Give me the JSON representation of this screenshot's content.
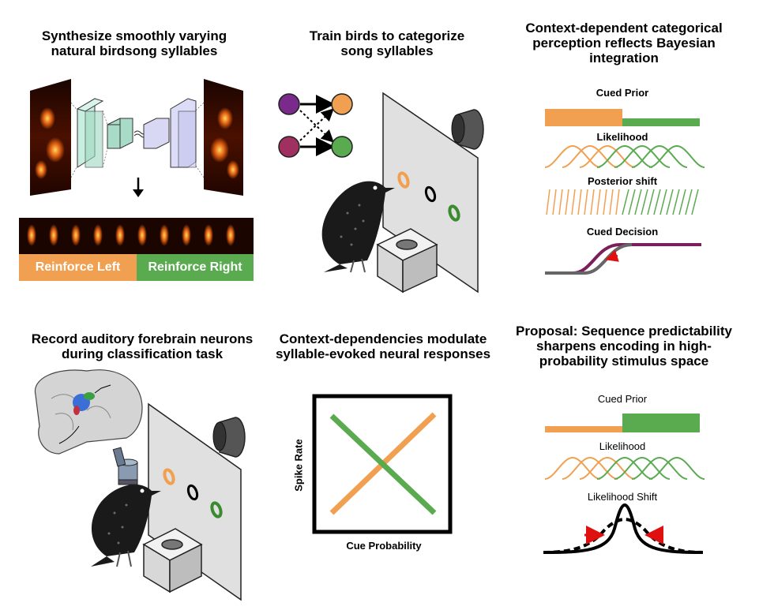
{
  "panels": {
    "synth": {
      "title_l1": "Synthesize smoothly varying",
      "title_l2": "natural birdsong syllables",
      "reinforce_left": "Reinforce Left",
      "reinforce_right": "Reinforce Right"
    },
    "train": {
      "title_l1": "Train birds to categorize",
      "title_l2": "song syllables"
    },
    "bayes": {
      "title_l1": "Context-dependent categorical",
      "title_l2": "perception reflects Bayesian",
      "title_l3": "integration",
      "cued_prior": "Cued Prior",
      "likelihood": "Likelihood",
      "posterior_shift": "Posterior shift",
      "cued_decision": "Cued Decision"
    },
    "record": {
      "title_l1": "Record auditory forebrain neurons",
      "title_l2": "during classification task"
    },
    "modulate": {
      "title_l1": "Context-dependencies modulate",
      "title_l2": "syllable-evoked neural responses",
      "ylabel": "Spike Rate",
      "xlabel": "Cue Probability"
    },
    "proposal": {
      "title_l1": "Proposal: Sequence predictability",
      "title_l2": "sharpens encoding in high-",
      "title_l3": "probability stimulus space",
      "cued_prior": "Cued Prior",
      "likelihood": "Likelihood",
      "likelihood_shift": "Likelihood Shift"
    }
  },
  "colors": {
    "orange": "#f0a050",
    "green": "#5aaa50",
    "purple": "#7a2a8a",
    "maroon": "#a03060",
    "red": "#e01010",
    "gray": "#666666"
  }
}
